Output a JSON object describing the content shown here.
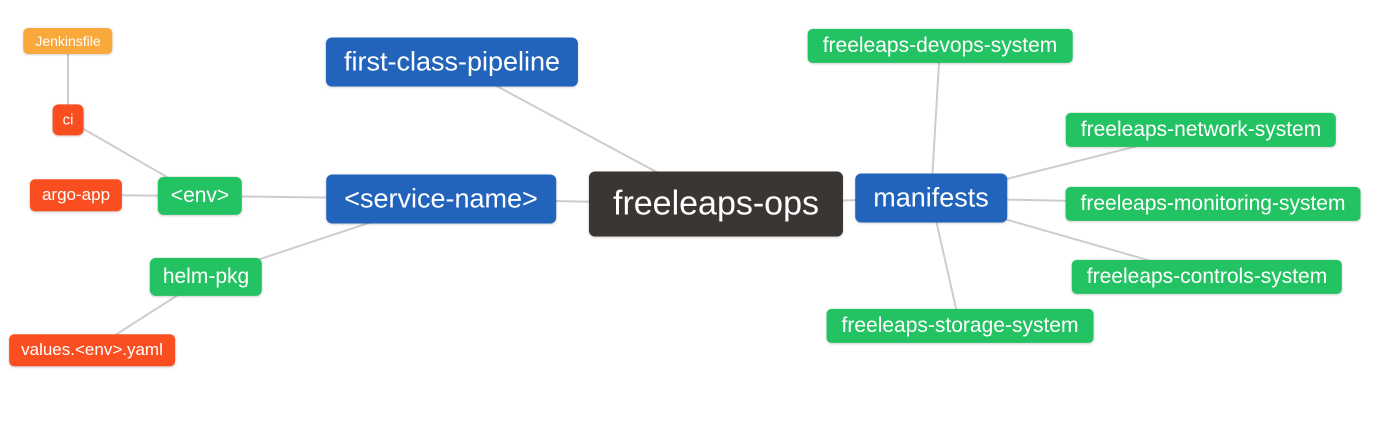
{
  "colors": {
    "amber": "#f9a83b",
    "red": "#fb4e20",
    "green": "#23c262",
    "blue": "#2264bc",
    "dark": "#3a3634",
    "edge": "#cdcdcd"
  },
  "nodes": {
    "freeleaps_ops": {
      "label": "freeleaps-ops"
    },
    "first_class_pipeline": {
      "label": "first-class-pipeline"
    },
    "service_name": {
      "label": "<service-name>"
    },
    "manifests": {
      "label": "manifests"
    },
    "env": {
      "label": "<env>"
    },
    "helm_pkg": {
      "label": "helm-pkg"
    },
    "ci": {
      "label": "ci"
    },
    "jenkinsfile": {
      "label": "Jenkinsfile"
    },
    "argo_app": {
      "label": "argo-app"
    },
    "values_env_yaml": {
      "label": "values.<env>.yaml"
    },
    "devops_system": {
      "label": "freeleaps-devops-system"
    },
    "network_system": {
      "label": "freeleaps-network-system"
    },
    "monitoring_system": {
      "label": "freeleaps-monitoring-system"
    },
    "controls_system": {
      "label": "freeleaps-controls-system"
    },
    "storage_system": {
      "label": "freeleaps-storage-system"
    }
  },
  "edges": [
    {
      "from": "Jenkinsfile",
      "to": "ci"
    },
    {
      "from": "ci",
      "to": "<env>"
    },
    {
      "from": "argo-app",
      "to": "<env>"
    },
    {
      "from": "<env>",
      "to": "<service-name>"
    },
    {
      "from": "helm-pkg",
      "to": "<service-name>"
    },
    {
      "from": "values.<env>.yaml",
      "to": "helm-pkg"
    },
    {
      "from": "first-class-pipeline",
      "to": "freeleaps-ops"
    },
    {
      "from": "<service-name>",
      "to": "freeleaps-ops"
    },
    {
      "from": "freeleaps-ops",
      "to": "manifests"
    },
    {
      "from": "manifests",
      "to": "freeleaps-devops-system"
    },
    {
      "from": "manifests",
      "to": "freeleaps-network-system"
    },
    {
      "from": "manifests",
      "to": "freeleaps-monitoring-system"
    },
    {
      "from": "manifests",
      "to": "freeleaps-controls-system"
    },
    {
      "from": "manifests",
      "to": "freeleaps-storage-system"
    }
  ]
}
